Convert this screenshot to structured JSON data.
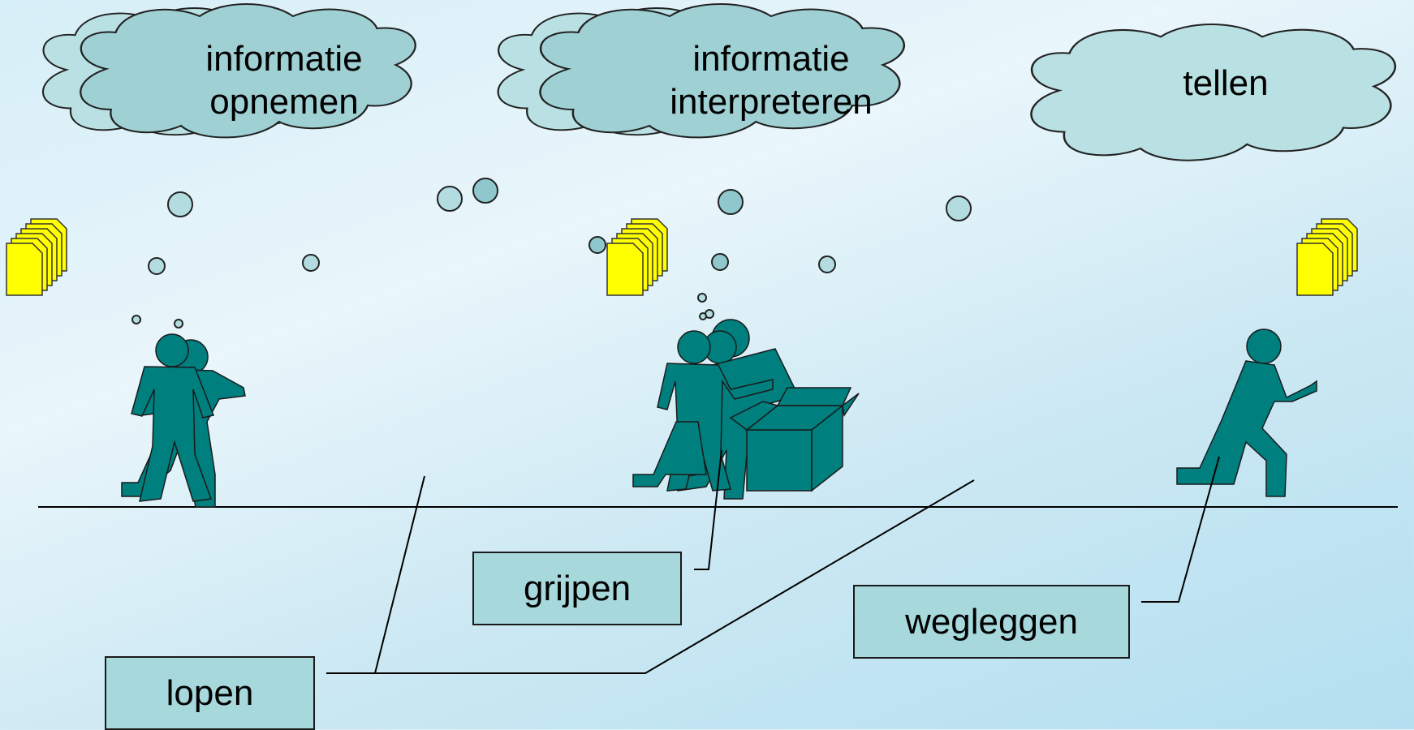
{
  "clouds": {
    "opnemen": "informatie\nopnemen",
    "interpreteren": "informatie\ninterpreteren",
    "tellen": "tellen"
  },
  "labels": {
    "grijpen": "grijpen",
    "wegleggen": "wegleggen",
    "lopen": "lopen"
  },
  "colors": {
    "figure": "#007f7f",
    "cloud_fill": "#a9d8da",
    "document": "#ffff00",
    "label_fill": "#a6d8dc"
  }
}
